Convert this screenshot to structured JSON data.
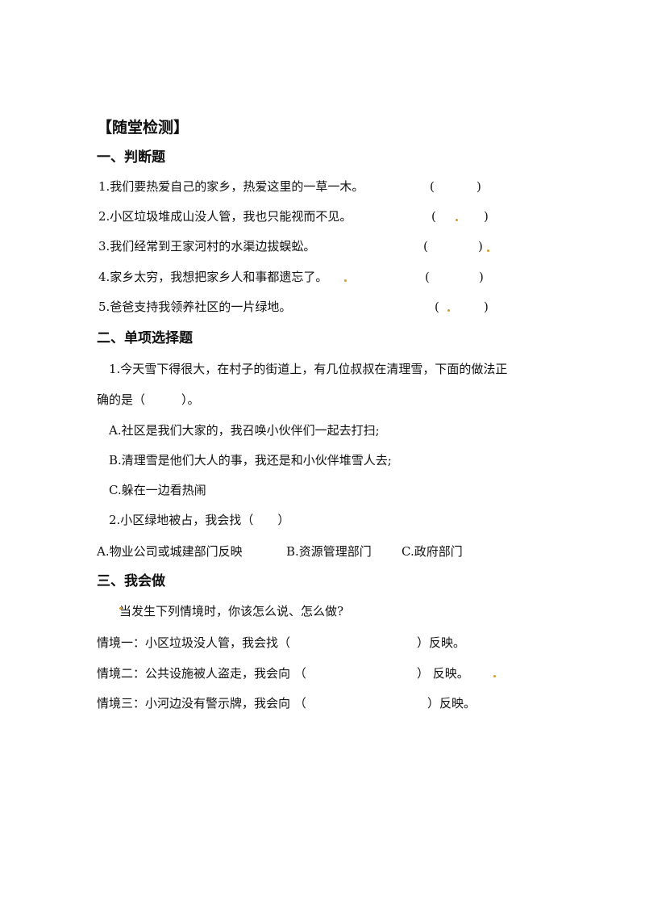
{
  "doc": {
    "title": "【随堂检测】",
    "sec1": {
      "heading": "一、判断题",
      "items": [
        {
          "text": "1.我们要热爱自己的家乡，热爱这里的一草一木。",
          "open": "(",
          "close": ")"
        },
        {
          "text": "2.小区垃圾堆成山没人管，我也只能视而不见。",
          "open": "(",
          "close": ")"
        },
        {
          "text": "3.我们经常到王家河村的水渠边拔蜈蚣。",
          "open": "(",
          "close": ")"
        },
        {
          "text": "4.家乡太穷，我想把家乡人和事都遗忘了。",
          "open": "(",
          "close": ")"
        },
        {
          "text": "5.爸爸支持我领养社区的一片绿地。",
          "open": "(",
          "close": ")"
        }
      ]
    },
    "sec2": {
      "heading": "二、单项选择题",
      "q1_line1": "1.今天雪下得很大，在村子的街道上，有几位叔叔在清理雪，下面的做法正",
      "q1_line2": "确的是（　　　）。",
      "q1_options": [
        "A.社区是我们大家的，我召唤小伙伴们一起去打扫;",
        "B.清理雪是他们大人的事，我还是和小伙伴堆雪人去;",
        "C.躲在一边看热闹"
      ],
      "q2": "2.小区绿地被占，我会找（　　）",
      "q2_options": [
        "A.物业公司或城建部门反映",
        "B.资源管理部门",
        "C.政府部门"
      ]
    },
    "sec3": {
      "heading": "三、我会做",
      "intro": "当发生下列情境时，你该怎么说、怎么做?",
      "scenes": [
        {
          "text": "情境一：小区垃圾没人管，我会找（",
          "close": "）反映。"
        },
        {
          "text": "情境二：公共设施被人盗走，我会向 （",
          "close": "） 反映。"
        },
        {
          "text": "情境三：小河边没有警示牌，我会向 （",
          "close": "）反映。"
        }
      ]
    }
  }
}
